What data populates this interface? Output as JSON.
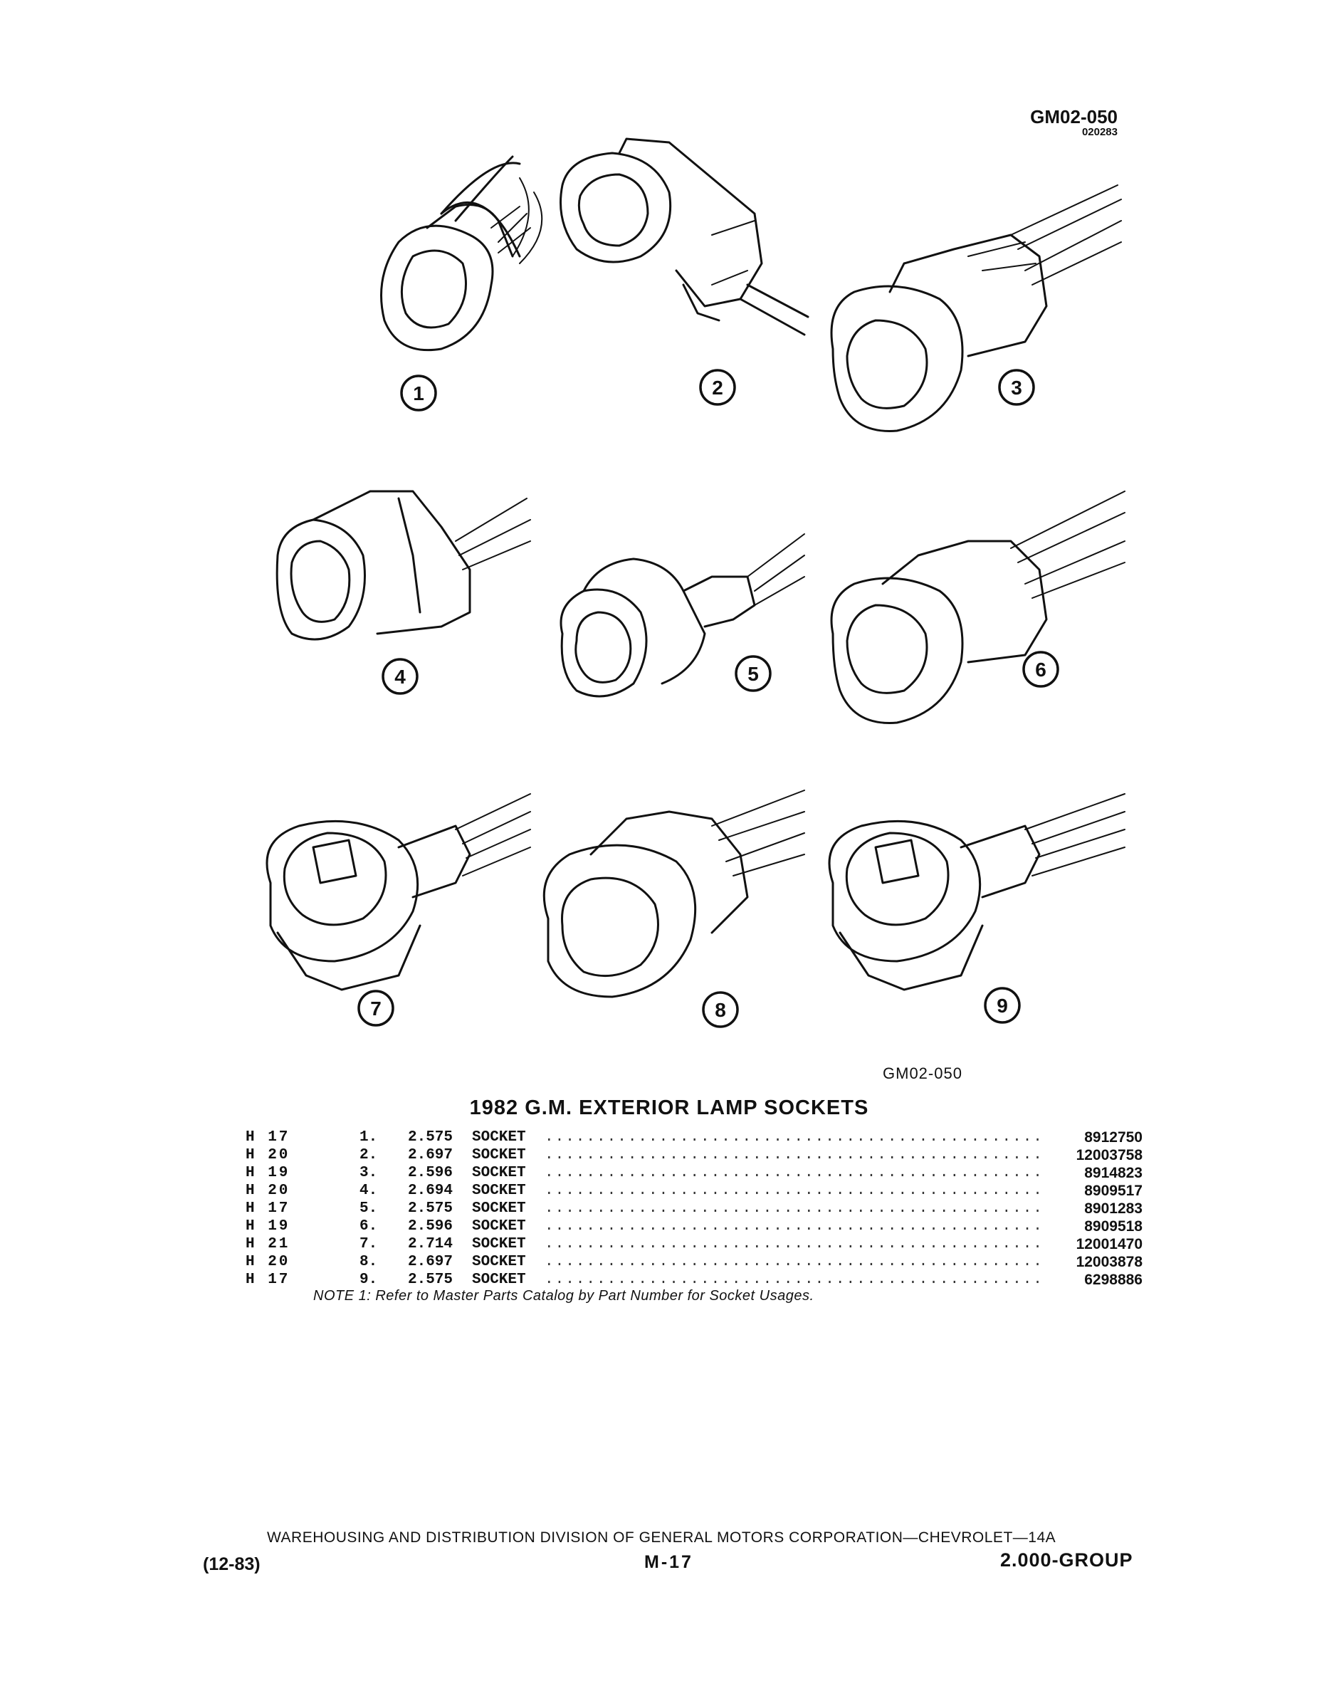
{
  "header": {
    "code": "GM02-050",
    "subcode": "020283"
  },
  "figure": {
    "callouts": [
      "1",
      "2",
      "3",
      "4",
      "5",
      "6",
      "7",
      "8",
      "9"
    ],
    "caption_code": "GM02-050"
  },
  "title": "1982 G.M. EXTERIOR LAMP SOCKETS",
  "parts": [
    {
      "hcode": "H 17",
      "num": "1.",
      "size": "2.575",
      "desc": "SOCKET",
      "part_no": "8912750"
    },
    {
      "hcode": "H 20",
      "num": "2.",
      "size": "2.697",
      "desc": "SOCKET",
      "part_no": "12003758"
    },
    {
      "hcode": "H 19",
      "num": "3.",
      "size": "2.596",
      "desc": "SOCKET",
      "part_no": "8914823"
    },
    {
      "hcode": "H 20",
      "num": "4.",
      "size": "2.694",
      "desc": "SOCKET",
      "part_no": "8909517"
    },
    {
      "hcode": "H 17",
      "num": "5.",
      "size": "2.575",
      "desc": "SOCKET",
      "part_no": "8901283"
    },
    {
      "hcode": "H 19",
      "num": "6.",
      "size": "2.596",
      "desc": "SOCKET",
      "part_no": "8909518"
    },
    {
      "hcode": "H 21",
      "num": "7.",
      "size": "2.714",
      "desc": "SOCKET",
      "part_no": "12001470"
    },
    {
      "hcode": "H 20",
      "num": "8.",
      "size": "2.697",
      "desc": "SOCKET",
      "part_no": "12003878"
    },
    {
      "hcode": "H 17",
      "num": "9.",
      "size": "2.575",
      "desc": "SOCKET",
      "part_no": "6298886"
    }
  ],
  "note": "NOTE 1: Refer to Master Parts Catalog by Part Number for Socket Usages.",
  "footer": {
    "division": "WAREHOUSING AND DISTRIBUTION DIVISION OF GENERAL MOTORS CORPORATION—CHEVROLET—14A",
    "date": "(12-83)",
    "page": "M-17",
    "group": "2.000-GROUP"
  }
}
